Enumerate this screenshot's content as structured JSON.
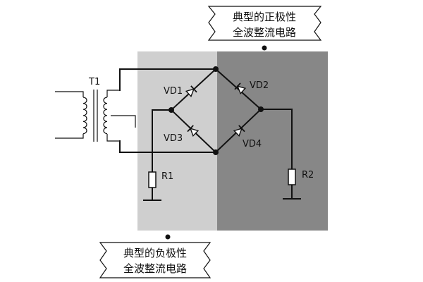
{
  "diagram": {
    "callout_top": {
      "line1": "典型的正极性",
      "line2": "全波整流电路"
    },
    "callout_bottom": {
      "line1": "典型的负极性",
      "line2": "全波整流电路"
    },
    "labels": {
      "transformer": "T1",
      "vd1": "VD1",
      "vd2": "VD2",
      "vd3": "VD3",
      "vd4": "VD4",
      "r1": "R1",
      "r2": "R2"
    },
    "colors": {
      "negative_region": "#cfcfcf",
      "positive_region": "#878787",
      "wire": "#111111"
    }
  }
}
